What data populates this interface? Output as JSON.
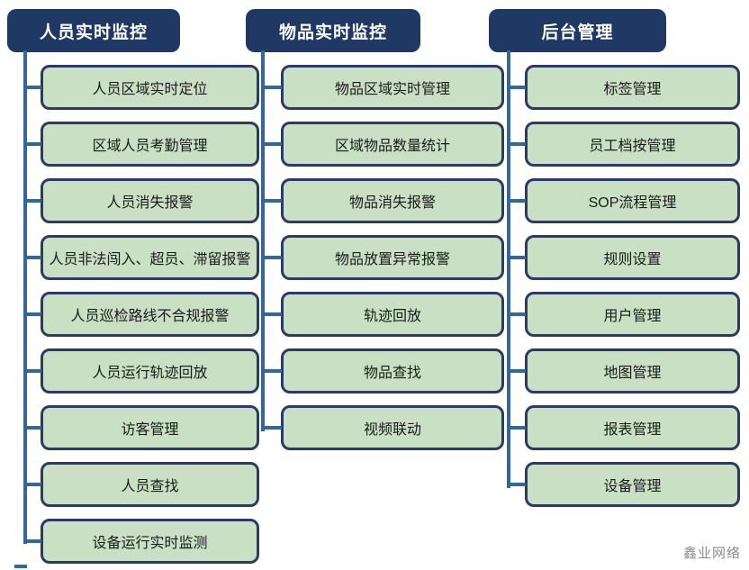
{
  "page": {
    "watermark": "鑫业网络"
  },
  "colors": {
    "header_bg": "#1f3864",
    "header_text": "#ffffff",
    "box_bg": "#c9e0c4",
    "box_border": "#2b3a66",
    "box_text": "#1b1b1b",
    "connector_line": "#30689d",
    "watermark_text": "#8c8c8c"
  },
  "columns": [
    {
      "title": "人员实时监控",
      "items": [
        "人员区域实时定位",
        "区域人员考勤管理",
        "人员消失报警",
        "人员非法闯入、超员、滞留报警",
        "人员巡检路线不合规报警",
        "人员运行轨迹回放",
        "访客管理",
        "人员查找",
        "设备运行实时监测"
      ]
    },
    {
      "title": "物品实时监控",
      "items": [
        "物品区域实时管理",
        "区域物品数量统计",
        "物品消失报警",
        "物品放置异常报警",
        "轨迹回放",
        "物品查找",
        "视频联动"
      ]
    },
    {
      "title": "后台管理",
      "items": [
        "标签管理",
        "员工档按管理",
        "SOP流程管理",
        "规则设置",
        "用户管理",
        "地图管理",
        "报表管理",
        "设备管理"
      ]
    }
  ]
}
